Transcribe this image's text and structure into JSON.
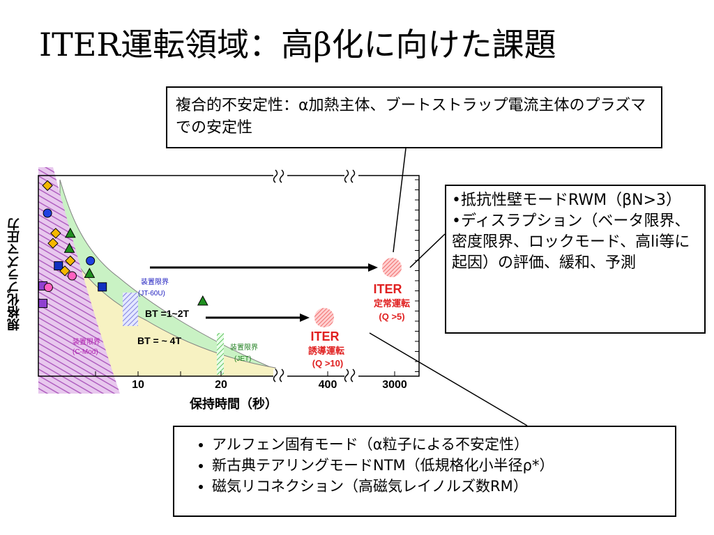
{
  "slide": {
    "title": "ITER運転領域：高β化に向けた課題"
  },
  "callouts": {
    "top": "複合的不安定性：α加熱主体、ブートストラップ電流主体のプラズマでの安定性",
    "right": [
      "•抵抗性壁モードRWM（βN>3）",
      "•ディスラプション（ベータ限界、密度限界、ロックモード、高li等に起因）の評価、緩和、予測"
    ],
    "bottom": [
      "アルフェン固有モード（α粒子による不安定性）",
      "新古典テアリングモードNTM（低規格化小半径ρ*）",
      "磁気リコネクション（高磁気レイノルズ数RM）"
    ]
  },
  "chart_data": {
    "type": "scatter",
    "xlabel": "保持時間（秒）",
    "ylabel": "規格化プラズマ圧力",
    "x_ticks": [
      "10",
      "20",
      "400",
      "3000"
    ],
    "x_axis_breaks": true,
    "annotations": {
      "bt_high": "BT =1~2T",
      "bt_low": "BT = ~ 4T",
      "limit_jt60u": [
        "装置限界",
        "(JT-60U)"
      ],
      "limit_cmod": [
        "装置限界",
        "(C-Mod)"
      ],
      "limit_jet": [
        "装置限界",
        "(JET)"
      ],
      "iter_steady": [
        "ITER",
        "定常運転",
        "(Q >5)"
      ],
      "iter_inductive": [
        "ITER",
        "誘導運転",
        "(Q >10)"
      ]
    },
    "colors": {
      "green_region": "#c9f2c4",
      "yellow_region": "#f7f2c2",
      "cmod_hatch": "#c88fd0",
      "iter_text": "#e02020",
      "iter_marker": "#f06060",
      "jt60u_text": "#2020c0",
      "jet_text": "#208020",
      "cmod_text": "#b020b0"
    },
    "markers": [
      {
        "shape": "diamond",
        "color": "#f5b800",
        "x": 1.0,
        "y": 3.8
      },
      {
        "shape": "circle",
        "color": "#2040e0",
        "x": 1.0,
        "y": 3.25
      },
      {
        "shape": "diamond",
        "color": "#f5b800",
        "x": 1.9,
        "y": 2.85
      },
      {
        "shape": "triangle",
        "color": "#209020",
        "x": 3.5,
        "y": 2.85
      },
      {
        "shape": "diamond",
        "color": "#f5b800",
        "x": 1.6,
        "y": 2.65
      },
      {
        "shape": "triangle",
        "color": "#209020",
        "x": 3.4,
        "y": 2.55
      },
      {
        "shape": "square",
        "color": "#1030c0",
        "x": 2.2,
        "y": 2.2
      },
      {
        "shape": "diamond",
        "color": "#f5b800",
        "x": 3.5,
        "y": 2.3
      },
      {
        "shape": "circle",
        "color": "#2040e0",
        "x": 5.7,
        "y": 2.3
      },
      {
        "shape": "diamond",
        "color": "#f5b800",
        "x": 2.9,
        "y": 2.1
      },
      {
        "shape": "circle",
        "color": "#ff60c0",
        "x": 3.7,
        "y": 2.0
      },
      {
        "shape": "triangle",
        "color": "#209020",
        "x": 5.6,
        "y": 2.05
      },
      {
        "shape": "square",
        "color": "#9040d0",
        "x": 0.5,
        "y": 1.8
      },
      {
        "shape": "circle",
        "color": "#ff60c0",
        "x": 1.1,
        "y": 1.77
      },
      {
        "shape": "square",
        "color": "#1030c0",
        "x": 7.0,
        "y": 1.78
      },
      {
        "shape": "square",
        "color": "#9040d0",
        "x": 0.5,
        "y": 1.45
      },
      {
        "shape": "triangle",
        "color": "#209020",
        "x": 18.0,
        "y": 1.5
      }
    ]
  }
}
